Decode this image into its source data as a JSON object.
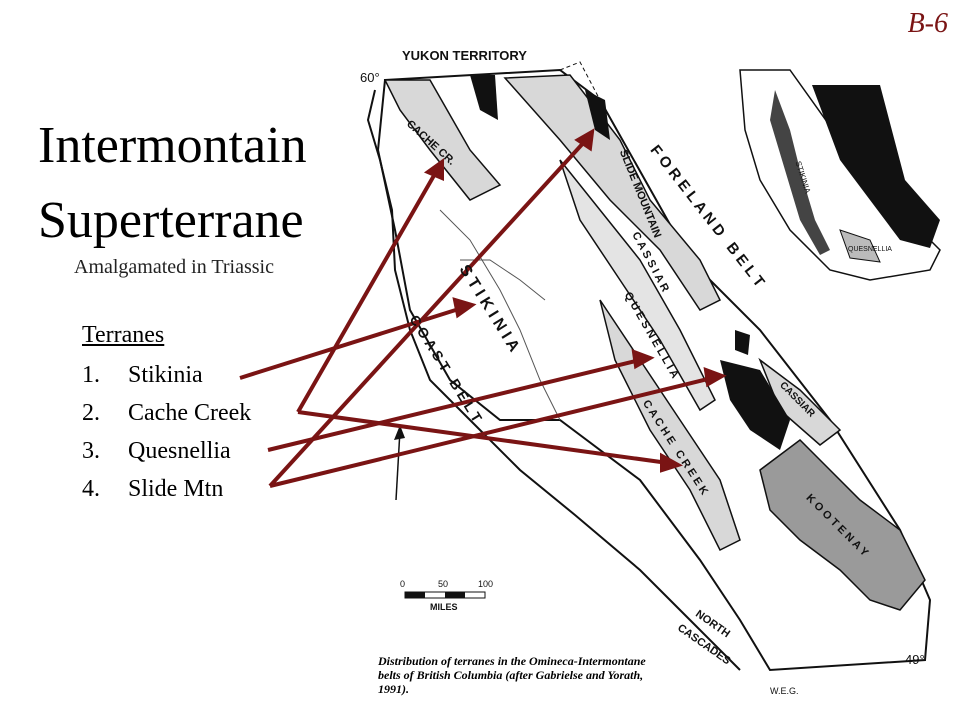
{
  "slide_number": "B-6",
  "title_line1": "Intermontain",
  "title_line2": "Superterrane",
  "subtitle": "Amalgamated in Triassic",
  "terranes": {
    "heading": "Terranes",
    "items": [
      {
        "num": "1.",
        "label": "Stikinia"
      },
      {
        "num": "2.",
        "label": "Cache Creek"
      },
      {
        "num": "3.",
        "label": "Quesnellia"
      },
      {
        "num": "4.",
        "label": "Slide Mtn"
      }
    ]
  },
  "map": {
    "yukon": "YUKON TERRITORY",
    "lat60": "60°",
    "lat49": "49°",
    "cache_cr": "CACHE CR.",
    "slide_mountain": "SLIDE MOUNTAIN",
    "foreland": "F O R E L A N D   B E L T",
    "cassiar": "C A S S I A R",
    "cassiar2": "CASSIAR",
    "quesnellia": "Q U E S N E L L I A",
    "stikinia": "S T I K I N I A",
    "coast_belt": "C O A S T   B E L T",
    "cache_creek": "C A C H E   C R E E K",
    "kootenay": "K O O T E N A Y",
    "north_cascades_1": "NORTH",
    "north_cascades_2": "CASCADES",
    "scale": [
      "0",
      "50",
      "100"
    ],
    "miles": "MILES",
    "inset_stikinia": "STIKINIA",
    "inset_quesnellia": "QUESNELLIA",
    "initials": "W.E.G."
  },
  "caption": "Distribution of terranes in the Omineca-Intermontane belts of British Columbia (after Gabrielse and Yorath, 1991).",
  "colors": {
    "arrow": "#7a1414",
    "accent": "#7a1414"
  }
}
